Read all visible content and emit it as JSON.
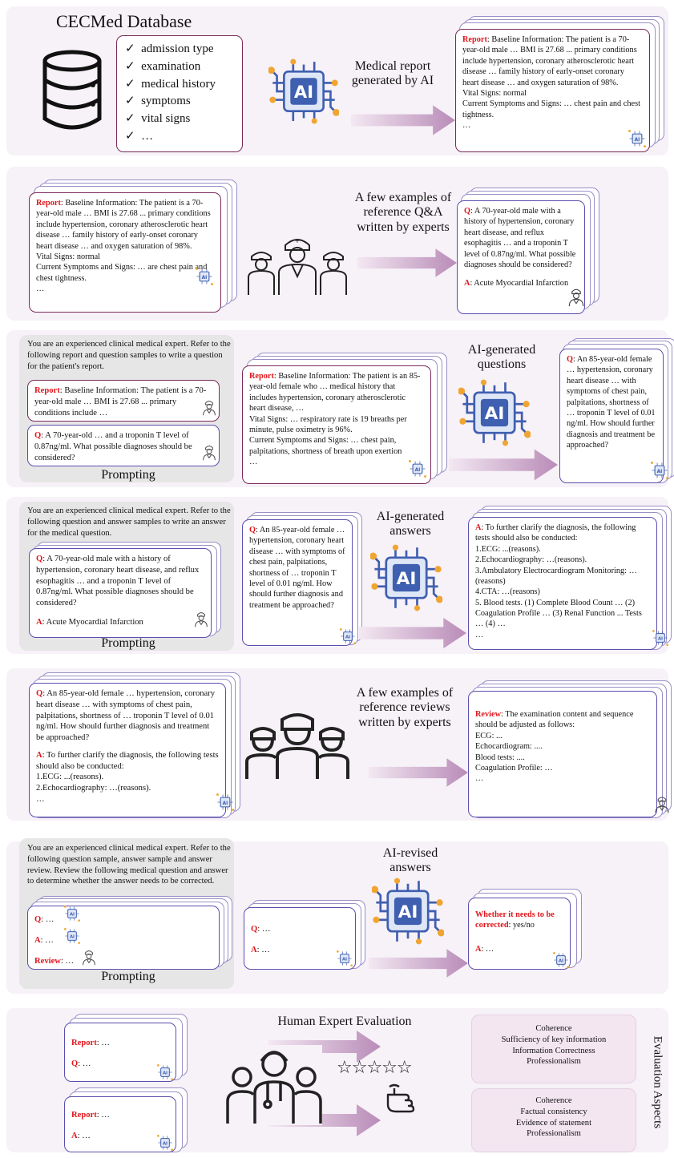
{
  "colors": {
    "band": "#f7f1f8",
    "card_border": "#5a4fae",
    "maroon": "#7a2a5a",
    "red": "#e0161b",
    "arrow": "#b890b8",
    "chip": "#3f5fb0",
    "gold": "#f0a530"
  },
  "icons": [
    "database-icon",
    "ai-chip-icon",
    "doctors-icon",
    "doctor-icon",
    "stars-icon",
    "hand-pointer-icon"
  ],
  "row1": {
    "db_title": "CECMed Database",
    "checklist": [
      "admission type",
      "examination",
      "medical history",
      "symptoms",
      "vital signs",
      "…"
    ],
    "label": "Medical report\ngenerated by AI",
    "report": {
      "tag": "Report",
      "text": ": Baseline Information: The patient is a 70-year-old male … BMI is 27.68 ... primary conditions include hypertension, coronary atherosclerotic heart disease … family history of early-onset coronary heart disease … and oxygen saturation of 98%.",
      "line2": "Vital Signs: normal",
      "line3": "Current Symptoms and Signs: … chest pain and chest tightness.",
      "line4": "…"
    }
  },
  "row2": {
    "report": {
      "tag": "Report",
      "text": ": Baseline Information: The patient is a 70-year-old male … BMI is 27.68 ... primary conditions include hypertension, coronary atherosclerotic heart disease … family history of early-onset coronary heart disease … and oxygen saturation of 98%.",
      "line2": "Vital Signs: normal",
      "line3": "Current Symptoms and Signs: … are chest pain and chest tightness.",
      "line4": "…"
    },
    "label": "A few examples of\nreference Q&A\nwritten by experts",
    "qa": {
      "q_tag": "Q",
      "q_text": ": A 70-year-old male with a history of hypertension, coronary heart disease, and reflux esophagitis … and a troponin T level of 0.87ng/ml. What possible diagnoses should be considered?",
      "a_tag": "A",
      "a_text": ": Acute Myocardial Infarction"
    }
  },
  "row3": {
    "prompt": "You are an experienced clinical medical expert. Refer to the following report and question samples to write a question for the patient's report.",
    "sample_report": {
      "tag": "Report",
      "text": ": Baseline Information: The patient is a 70-year-old male … BMI is 27.68 ... primary conditions include …"
    },
    "sample_q": {
      "tag": "Q",
      "text": ": A 70-year-old … and a troponin T level of 0.87ng/ml. What possible diagnoses should be considered?"
    },
    "prompting": "Prompting",
    "report": {
      "tag": "Report",
      "text": ": Baseline Information: The patient is an 85-year-old female who … medical history that includes hypertension, coronary atherosclerotic heart disease, …",
      "line2": "Vital Signs: … respiratory rate is 19 breaths per minute, pulse oximetry is 96%.",
      "line3": "Current Symptoms and Signs: … chest pain, palpitations, shortness of breath upon exertion",
      "line4": "…"
    },
    "label": "AI-generated\nquestions",
    "q": {
      "tag": "Q",
      "text": ": An 85-year-old female … hypertension, coronary heart disease … with symptoms of chest pain, palpitations, shortness of … troponin T level of 0.01 ng/ml. How should further diagnosis and treatment be approached?"
    }
  },
  "row4": {
    "prompt": "You are an experienced clinical medical expert. Refer to the following question and answer samples to write an answer for the medical question.",
    "sample": {
      "q_tag": "Q",
      "q_text": ": A 70-year-old male with a history of hypertension, coronary heart disease, and reflux esophagitis … and a troponin T level of 0.87ng/ml. What possible diagnoses should be considered?",
      "a_tag": "A",
      "a_text": ": Acute Myocardial Infarction"
    },
    "prompting": "Prompting",
    "q": {
      "tag": "Q",
      "text": ": An 85-year-old female … hypertension, coronary heart disease … with symptoms of chest pain, palpitations, shortness of … troponin T level of 0.01 ng/ml. How should further diagnosis and treatment be approached?"
    },
    "label": "AI-generated\nanswers",
    "a": {
      "tag": "A",
      "text": ": To further clarify the diagnosis, the following tests should also be conducted:",
      "lines": [
        "1.ECG: ...(reasons).",
        "2.Echocardiography: …(reasons).",
        "3.Ambulatory Electrocardiogram Monitoring: …(reasons)",
        "4.CTA: …(reasons)",
        "5. Blood tests. (1) Complete Blood Count … (2) Coagulation Profile … (3) Renal Function ... Tests … (4) …",
        "…"
      ]
    }
  },
  "row5": {
    "qa": {
      "q_tag": "Q",
      "q_text": ": An 85-year-old female … hypertension, coronary heart disease … with symptoms of chest pain, palpitations, shortness of … troponin T level of 0.01 ng/ml. How should further diagnosis and treatment be approached?",
      "a_tag": "A",
      "a_text": ": To further clarify the diagnosis, the following tests should also be conducted:",
      "lines": [
        "1.ECG: ...(reasons).",
        "2.Echocardiography: …(reasons).",
        "…"
      ]
    },
    "label": "A few examples of\nreference reviews\nwritten by experts",
    "review": {
      "tag": "Review",
      "text": ": The examination content and sequence should be adjusted as follows:",
      "lines": [
        "ECG: ...",
        "Echocardiogram: ....",
        "Blood tests: ....",
        "Coagulation Profile: …",
        "…"
      ]
    }
  },
  "row6": {
    "prompt": "You are an experienced clinical medical expert. Refer to the following question sample, answer sample and answer review. Review the following medical question and answer to determine whether the answer needs to be corrected.",
    "q_tag": "Q",
    "q_text": ": …",
    "a_tag": "A",
    "a_text": ": …",
    "review_tag": "Review",
    "review_text": ": …",
    "prompting": "Prompting",
    "label": "AI-revised\nanswers",
    "out": {
      "tag": "Whether it needs to be corrected",
      "text": ": yes/no",
      "a_tag": "A",
      "a_text": ": …"
    }
  },
  "row7": {
    "title": "Human Expert Evaluation",
    "card1": {
      "r_tag": "Report",
      "r_text": ": …",
      "q_tag": "Q",
      "q_text": ": …"
    },
    "card2": {
      "r_tag": "Report",
      "r_text": ": …",
      "a_tag": "A",
      "a_text": ": …"
    },
    "eval1": [
      "Coherence",
      "Sufficiency of key information",
      "Information Correctness",
      "Professionalism"
    ],
    "eval2": [
      "Coherence",
      "Factual consistency",
      "Evidence of statement",
      "Professionalism"
    ],
    "side": "Evaluation Aspects",
    "stars": "☆☆☆☆☆"
  }
}
